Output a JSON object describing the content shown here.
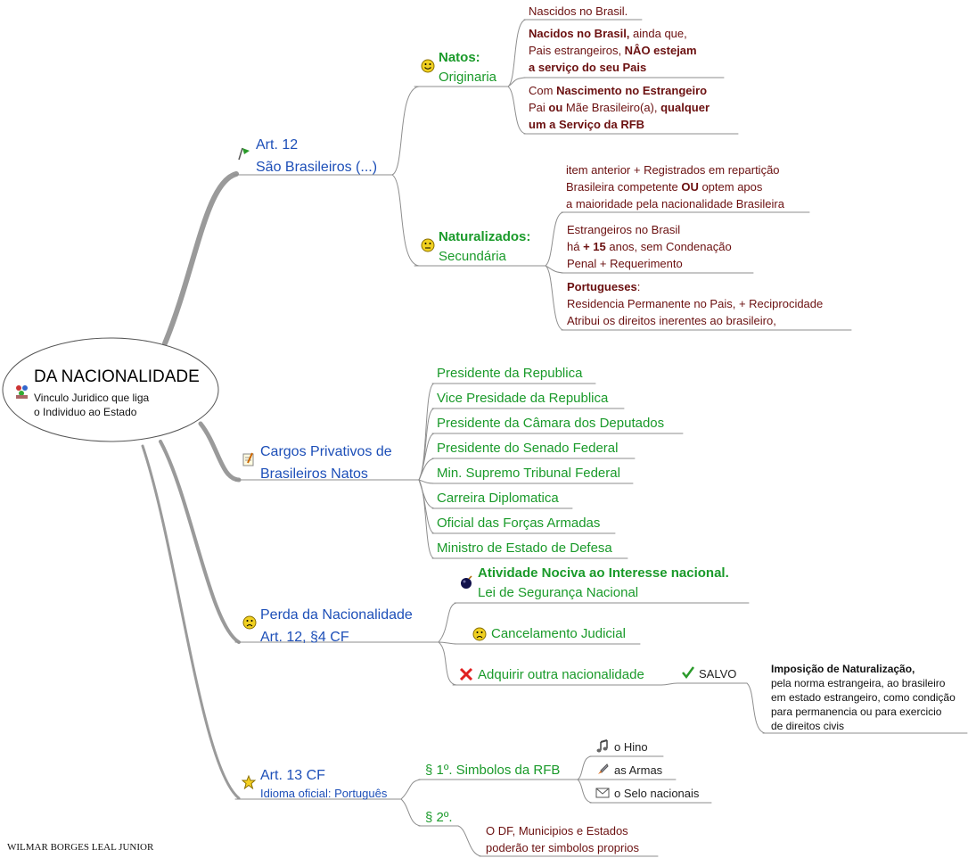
{
  "center": {
    "title": "DA NACIONALIDADE",
    "subtitle_line1": "Vinculo Juridico que liga",
    "subtitle_line2": "o Individuo ao Estado",
    "icon": "people-icon"
  },
  "author": "WILMAR BORGES LEAL JUNIOR",
  "art12": {
    "title_line1": "Art. 12",
    "title_line2": "São Brasileiros (...)",
    "icon": "flag-icon",
    "natos": {
      "title": "Natos:",
      "subtitle": "Originaria",
      "icon": "smiley-icon"
    },
    "nascidos": "Nascidos no Brasil.",
    "nascidos2_l1a": "Nacidos no Brasil,",
    "nascidos2_l1b": " ainda que,",
    "nascidos2_l2a": "Pais estrangeiros, ",
    "nascidos2_l2b": "NÂO  estejam",
    "nascidos2_l3": "a serviço do seu Pais",
    "estrang_l1a": "Com ",
    "estrang_l1b": "Nascimento no Estrangeiro",
    "estrang_l2a": "Pai ",
    "estrang_l2b": "ou",
    "estrang_l2c": " Mãe Brasileiro(a), ",
    "estrang_l2d": "qualquer",
    "estrang_l3": "um a Serviço da RFB",
    "naturalizados": {
      "title": "Naturalizados:",
      "subtitle": "Secundária",
      "icon": "neutral-face-icon"
    },
    "registro_l1": "item anterior + Registrados em repartição",
    "registro_l2a": "Brasileira competente ",
    "registro_l2b": "OU",
    "registro_l2c": " optem apos",
    "registro_l3": "a maioridade pela nacionalidade Brasileira",
    "estrangeiros_l1": "Estrangeiros no Brasil",
    "estrangeiros_l2a": "há ",
    "estrangeiros_l2b": "+ 15",
    "estrangeiros_l2c": " anos, sem Condenação",
    "estrangeiros_l3": "Penal + Requerimento",
    "portugueses_l1a": "Portugueses",
    "portugueses_l1b": ":",
    "portugueses_l2": "Residencia Permanente no Pais, + Reciprocidade",
    "portugueses_l3": "Atribui os direitos inerentes ao brasileiro,"
  },
  "cargos": {
    "title_line1": "Cargos Privativos de",
    "title_line2": "Brasileiros Natos",
    "icon": "note-icon",
    "items": [
      "Presidente da Republica",
      "Vice Presidade da Republica",
      "Presidente da Câmara dos Deputados",
      "Presidente do Senado Federal",
      "Min. Supremo Tribunal Federal",
      "Carreira Diplomatica",
      "Oficial das Forças Armadas",
      "Ministro de Estado de Defesa"
    ]
  },
  "perda": {
    "title_line1": "Perda da Nacionalidade",
    "title_line2": "Art. 12, §4 CF",
    "icon": "sad-face-icon",
    "atividade_title": "Atividade Nociva ao Interesse nacional.",
    "atividade_sub": "Lei de Segurança Nacional",
    "atividade_icon": "bomb-icon",
    "cancelamento": "Cancelamento Judicial",
    "cancelamento_icon": "sad-face-icon",
    "adquirir": "Adquirir outra nacionalidade",
    "adquirir_icon": "cross-icon",
    "salvo": "SALVO",
    "salvo_icon": "check-icon",
    "imposicao_title": "Imposição de Naturalização,",
    "imposicao_l2": "pela norma estrangeira, ao brasileiro",
    "imposicao_l3": "em estado estrangeiro, como condição",
    "imposicao_l4": "para permanencia ou para exercicio",
    "imposicao_l5": "de direitos civis"
  },
  "art13": {
    "title": "Art. 13 CF",
    "subtitle": "Idioma oficial: Português",
    "icon": "star-icon",
    "simbolos": "§ 1º. Simbolos da RFB",
    "hino": "o Hino",
    "hino_icon": "music-note-icon",
    "armas": "as Armas",
    "armas_icon": "rocket-icon",
    "selo": "o Selo nacionais",
    "selo_icon": "envelope-icon",
    "par2": "§ 2º.",
    "par2_l1": "O DF, Municipios e Estados",
    "par2_l2": "poderão ter simbolos proprios"
  },
  "colors": {
    "branch": "#8a8a8a",
    "blue": "#1d4fb8",
    "green": "#1a9a2a",
    "dark_red": "#6b1010"
  }
}
